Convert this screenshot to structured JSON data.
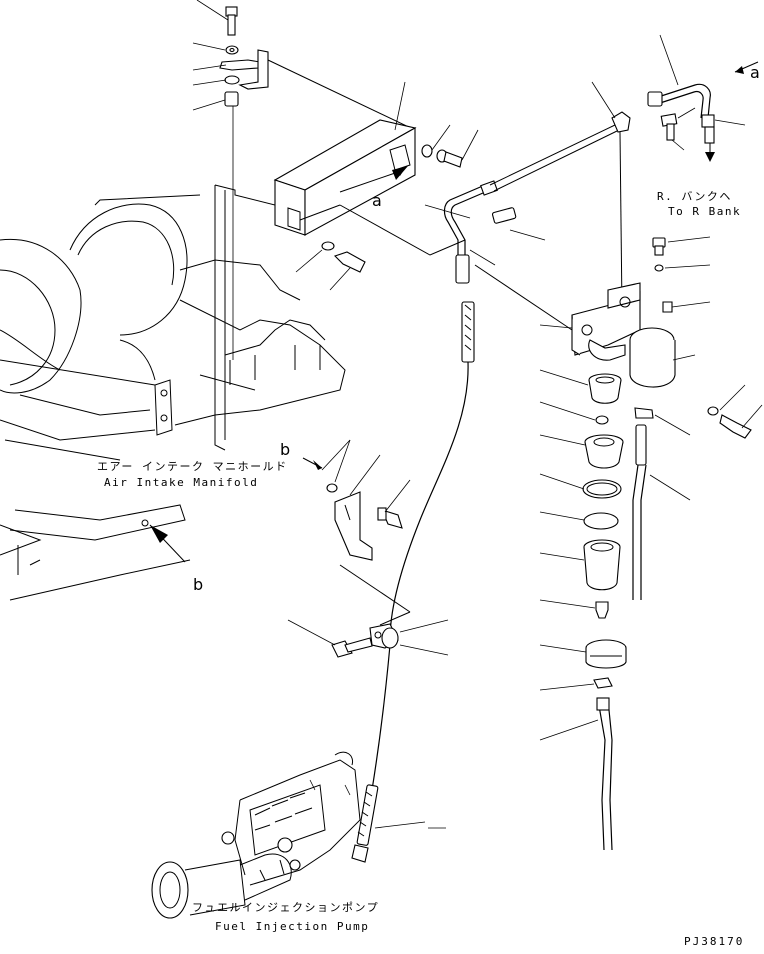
{
  "labels": {
    "air_intake_jp": "エアー インテーク マニホールド",
    "air_intake_en": "Air Intake Manifold",
    "r_bank_jp": "R. バンクヘ",
    "r_bank_en": "To R Bank",
    "fuel_pump_jp": "フュエルインジェクションポンプ",
    "fuel_pump_en": "Fuel Injection Pump",
    "ref_a": "a",
    "ref_b": "b"
  },
  "drawing_code": "PJ38170"
}
